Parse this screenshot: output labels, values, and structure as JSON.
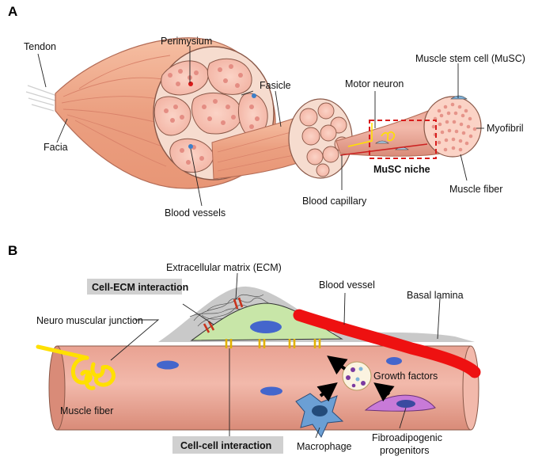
{
  "panel_a": {
    "letter": "A",
    "labels": {
      "tendon": "Tendon",
      "perimysium": "Perimysium",
      "fasicle": "Fasicle",
      "musc": "Muscle stem cell (MuSC)",
      "motor_neuron": "Motor neuron",
      "myofibril": "Myofibril",
      "facia": "Facia",
      "musc_niche": "MuSC niche",
      "muscle_fiber": "Muscle fiber",
      "blood_capillary": "Blood capillary",
      "blood_vessels": "Blood vessels"
    }
  },
  "panel_b": {
    "letter": "B",
    "labels": {
      "ecm": "Extracellular matrix (ECM)",
      "cell_ecm": "Cell-ECM interaction",
      "blood_vessel": "Blood vessel",
      "basal_lamina": "Basal lamina",
      "nmj": "Neuro muscular junction",
      "growth_factors": "Growth factors",
      "muscle_fiber": "Muscle fiber",
      "cell_cell": "Cell-cell interaction",
      "macrophage": "Macrophage",
      "fap_line1": "Fibroadipogenic",
      "fap_line2": "progenitors"
    }
  },
  "colors": {
    "muscle": "#f0a98a",
    "muscle_dark": "#d9826a",
    "fiber_pink": "#f4b6a8",
    "nucleus": "#d45a5e",
    "niche_box": "#d81b1b",
    "neuron_yellow": "#ffe000",
    "vessel_red": "#ee1111",
    "stem_cell_green": "#c8e6a8",
    "stem_nucleus_blue": "#4466cc",
    "macrophage_blue": "#6b9fd4",
    "fap_purple": "#c87ad8",
    "growth_purple": "#7a3aa0",
    "tag_gray": "#d0d0d0"
  }
}
